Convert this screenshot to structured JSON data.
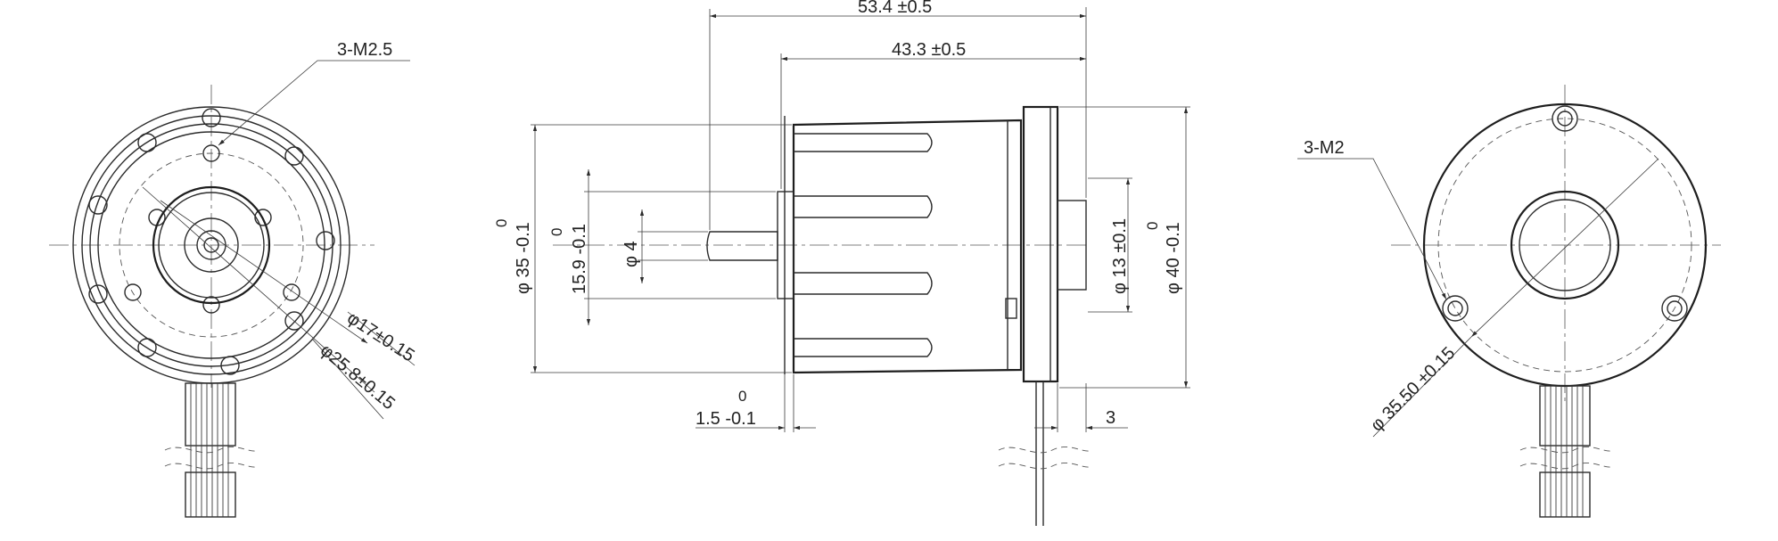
{
  "drawing": {
    "front_view": {
      "callout_holes": "3-M2.5",
      "dim_inner_diameter": "φ17±0.15",
      "dim_bolt_circle": "φ25.8±0.15"
    },
    "side_view": {
      "dim_overall_length": "53.4 ±0.5",
      "dim_body_length": "43.3 ±0.5",
      "dim_body_diameter": "φ 35  -0.1",
      "dim_body_diameter_upper": "0",
      "dim_boss_diameter": "15.9  -0.1",
      "dim_boss_diameter_upper": "0",
      "dim_shaft_diameter": "φ 4",
      "dim_flange_offset": "1.5  -0.1",
      "dim_flange_offset_upper": "0",
      "dim_rear_boss_diameter": "φ 13 ±0.1",
      "dim_flange_diameter": "φ 40  -0.1",
      "dim_flange_diameter_upper": "0",
      "dim_flange_thickness": "3"
    },
    "rear_view": {
      "callout_holes": "3-M2",
      "dim_bolt_circle": "φ 35.50 ±0.15"
    }
  }
}
